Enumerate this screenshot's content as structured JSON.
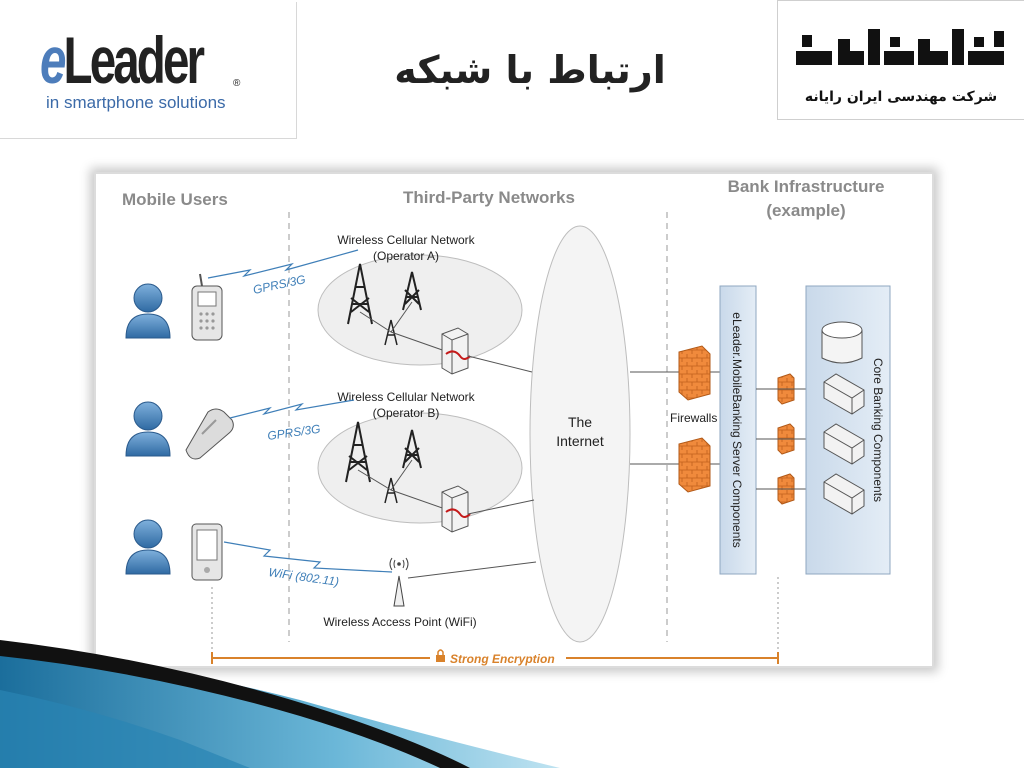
{
  "header": {
    "logo_left_e": "e",
    "logo_left_word": "Leader",
    "logo_left_reg": "®",
    "logo_left_tagline": "in smartphone solutions",
    "title": "ارتباط با شبکه",
    "logo_right_mark": "ایران رایانه",
    "logo_right_subtitle": "شرکت مهندسی ایران رایانه"
  },
  "diagram": {
    "section_mobile_users": "Mobile Users",
    "section_third_party": "Third-Party Networks",
    "section_bank_line1": "Bank Infrastructure",
    "section_bank_line2": "(example)",
    "operator_a_line1": "Wireless Cellular Network",
    "operator_a_line2": "(Operator A)",
    "operator_b_line1": "Wireless Cellular Network",
    "operator_b_line2": "(Operator B)",
    "link_gprs_a": "GPRS/3G",
    "link_gprs_b": "GPRS/3G",
    "link_wifi": "WiFi (802.11)",
    "access_point": "Wireless Access Point (WiFi)",
    "internet_line1": "The",
    "internet_line2": "Internet",
    "firewalls": "Firewalls",
    "server_components": "eLeader.MobileBanking Server Components",
    "core_banking": "Core Banking Components",
    "encryption": "Strong Encryption"
  },
  "colors": {
    "accent_blue": "#3f7fb8",
    "firewall_orange": "#e8843a",
    "encryption_line": "#d9822b",
    "panel_fill": "#d7e3ef"
  }
}
